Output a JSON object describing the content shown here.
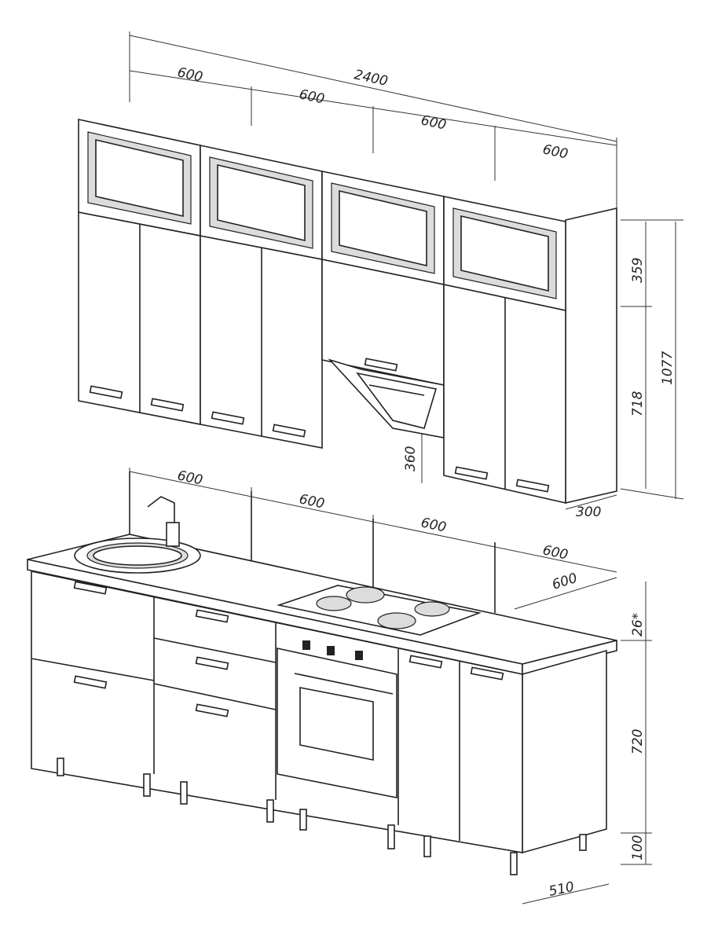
{
  "upper_dimensions": {
    "total_width": "2400",
    "unit_widths": [
      "600",
      "600",
      "600",
      "600"
    ],
    "glass_height": "359",
    "door_height": "718",
    "total_height": "1077",
    "hood_height": "360",
    "depth": "300"
  },
  "base_dimensions": {
    "unit_widths": [
      "600",
      "600",
      "600",
      "600"
    ],
    "depth_top": "600",
    "countertop_thickness": "26*",
    "cabinet_height": "720",
    "leg_height": "100",
    "depth": "510"
  }
}
